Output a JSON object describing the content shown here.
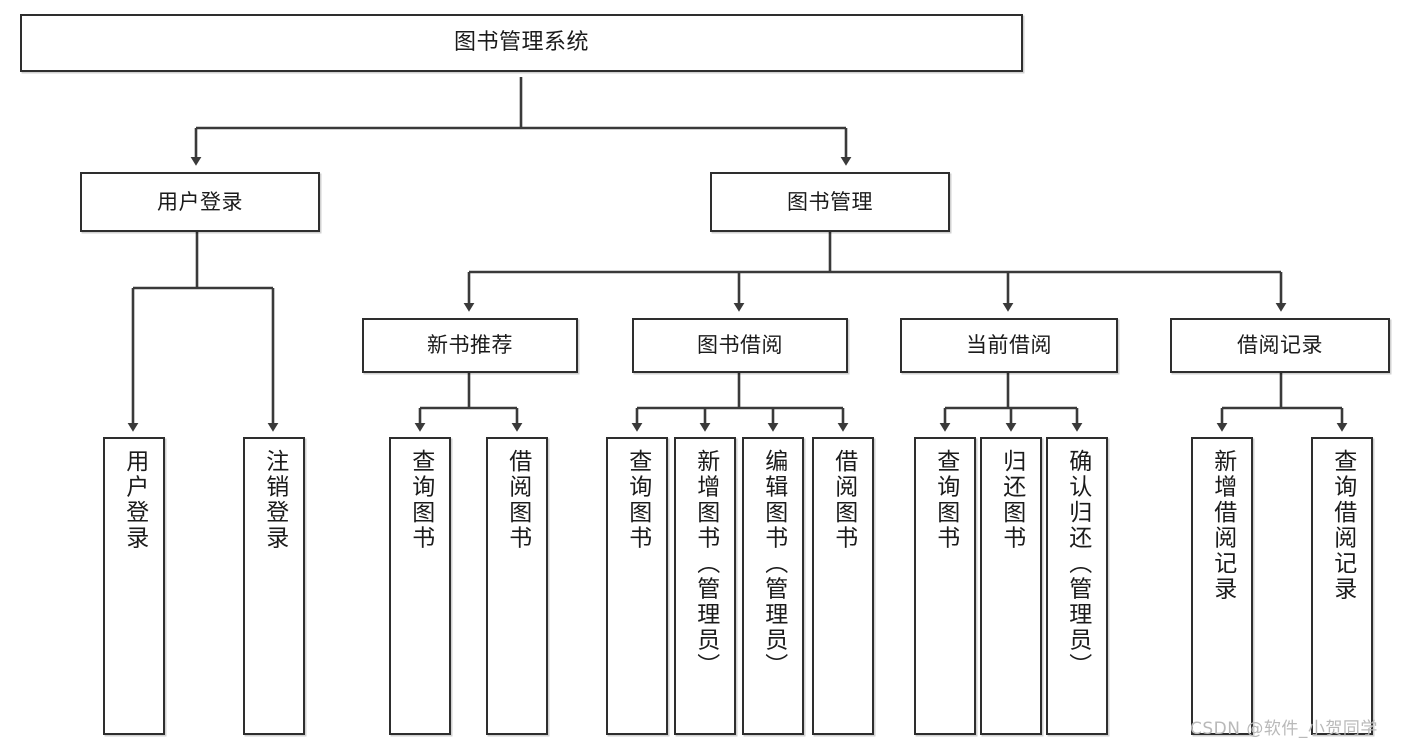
{
  "diagram": {
    "title": "图书管理系统",
    "type": "hierarchy-tree",
    "watermark": "CSDN @软件_小贺同学",
    "colors": {
      "background": "#ffffff",
      "box_border": "#2e2e2e",
      "box_fill": "#ffffff",
      "edge": "#3a3a3a",
      "text": "#1b1b1b",
      "watermark": "#b9b9b9"
    },
    "levels": [
      {
        "level": 1,
        "nodes": [
          {
            "id": "root",
            "label": "图书管理系统",
            "orientation": "horizontal"
          }
        ]
      },
      {
        "level": 2,
        "nodes": [
          {
            "id": "user-login",
            "label": "用户登录",
            "orientation": "horizontal",
            "parent": "root"
          },
          {
            "id": "book-manage",
            "label": "图书管理",
            "orientation": "horizontal",
            "parent": "root"
          }
        ]
      },
      {
        "level": 3,
        "nodes": [
          {
            "id": "new-book-recommend",
            "label": "新书推荐",
            "orientation": "horizontal",
            "parent": "book-manage"
          },
          {
            "id": "book-borrow",
            "label": "图书借阅",
            "orientation": "horizontal",
            "parent": "book-manage"
          },
          {
            "id": "current-borrow",
            "label": "当前借阅",
            "orientation": "horizontal",
            "parent": "book-manage"
          },
          {
            "id": "borrow-record",
            "label": "借阅记录",
            "orientation": "horizontal",
            "parent": "book-manage"
          }
        ]
      },
      {
        "level": 4,
        "nodes": [
          {
            "id": "leaf-user-login",
            "label": "用户登录",
            "orientation": "vertical",
            "parent": "user-login"
          },
          {
            "id": "leaf-logout-login",
            "label": "注销登录",
            "orientation": "vertical",
            "parent": "user-login"
          },
          {
            "id": "leaf-query-book-1",
            "label": "查询图书",
            "orientation": "vertical",
            "parent": "new-book-recommend"
          },
          {
            "id": "leaf-borrow-book-1",
            "label": "借阅图书",
            "orientation": "vertical",
            "parent": "new-book-recommend"
          },
          {
            "id": "leaf-query-book-2",
            "label": "查询图书",
            "orientation": "vertical",
            "parent": "book-borrow"
          },
          {
            "id": "leaf-add-book",
            "label": "新增图书（管理员）",
            "orientation": "vertical",
            "parent": "book-borrow"
          },
          {
            "id": "leaf-edit-book",
            "label": "编辑图书（管理员）",
            "orientation": "vertical",
            "parent": "book-borrow"
          },
          {
            "id": "leaf-borrow-book-2",
            "label": "借阅图书",
            "orientation": "vertical",
            "parent": "book-borrow"
          },
          {
            "id": "leaf-query-book-3",
            "label": "查询图书",
            "orientation": "vertical",
            "parent": "current-borrow"
          },
          {
            "id": "leaf-return-book",
            "label": "归还图书",
            "orientation": "vertical",
            "parent": "current-borrow"
          },
          {
            "id": "leaf-confirm-return",
            "label": "确认归还（管理员）",
            "orientation": "vertical",
            "parent": "current-borrow"
          },
          {
            "id": "leaf-add-record",
            "label": "新增借阅记录",
            "orientation": "vertical",
            "parent": "borrow-record"
          },
          {
            "id": "leaf-query-record",
            "label": "查询借阅记录",
            "orientation": "vertical",
            "parent": "borrow-record"
          }
        ]
      }
    ]
  }
}
